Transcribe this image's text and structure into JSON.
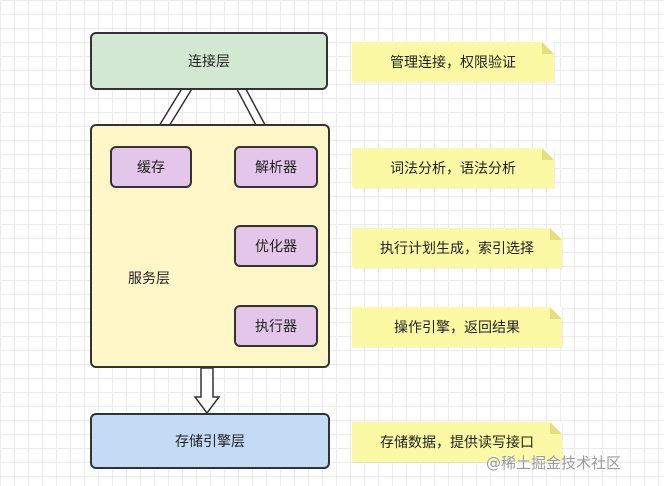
{
  "layers": {
    "connection": "连接层",
    "service": "服务层",
    "storage": "存储引擎层"
  },
  "components": {
    "cache": "缓存",
    "parser": "解析器",
    "optimizer": "优化器",
    "executor": "执行器"
  },
  "notes": {
    "connection": "管理连接，权限验证",
    "parser": "词法分析，语法分析",
    "optimizer": "执行计划生成，索引选择",
    "executor": "操作引擎，返回结果",
    "storage": "存储数据，提供读写接口"
  },
  "watermark": "@稀土掘金技术社区",
  "colors": {
    "connection": "#d3e8d2",
    "service": "#fff7c8",
    "storage": "#c3dbf5",
    "component": "#e4c6ea",
    "note": "#fbf9a3"
  }
}
